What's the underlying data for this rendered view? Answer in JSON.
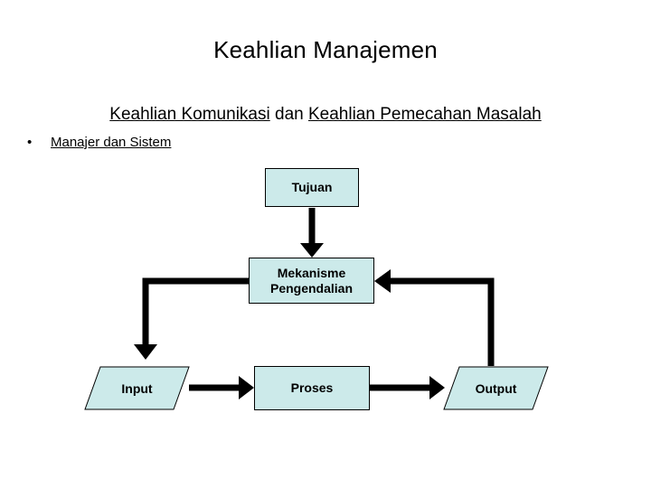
{
  "slide": {
    "title": "Keahlian Manajemen",
    "subtitle": {
      "part1": "Keahlian Komunikasi",
      "conjunction": " dan ",
      "part2": "Keahlian Pemecahan Masalah"
    },
    "bullet": {
      "marker": "•",
      "text": "Manajer dan Sistem"
    }
  },
  "diagram": {
    "type": "flowchart",
    "nodes": [
      {
        "id": "tujuan",
        "label": "Tujuan",
        "shape": "rect",
        "fill": "#cceaea"
      },
      {
        "id": "mekanisme",
        "label": "Mekanisme\nPengendalian",
        "shape": "rect",
        "fill": "#cceaea"
      },
      {
        "id": "input",
        "label": "Input",
        "shape": "parallelogram",
        "fill": "#cceaea"
      },
      {
        "id": "proses",
        "label": "Proses",
        "shape": "rect",
        "fill": "#cceaea"
      },
      {
        "id": "output",
        "label": "Output",
        "shape": "parallelogram",
        "fill": "#cceaea"
      }
    ],
    "node_labels": {
      "tujuan": "Tujuan",
      "mekanisme_line1": "Mekanisme",
      "mekanisme_line2": "Pengendalian",
      "input": "Input",
      "proses": "Proses",
      "output": "Output"
    },
    "edges": [
      {
        "from": "tujuan",
        "to": "mekanisme",
        "direction": "down"
      },
      {
        "from": "mekanisme",
        "to": "input",
        "direction": "left-down"
      },
      {
        "from": "input",
        "to": "proses",
        "direction": "right"
      },
      {
        "from": "proses",
        "to": "output",
        "direction": "right"
      },
      {
        "from": "output",
        "to": "mekanisme",
        "direction": "up-left"
      }
    ],
    "colors": {
      "node_fill": "#cceaea",
      "node_stroke": "#000000",
      "arrow": "#000000"
    }
  }
}
